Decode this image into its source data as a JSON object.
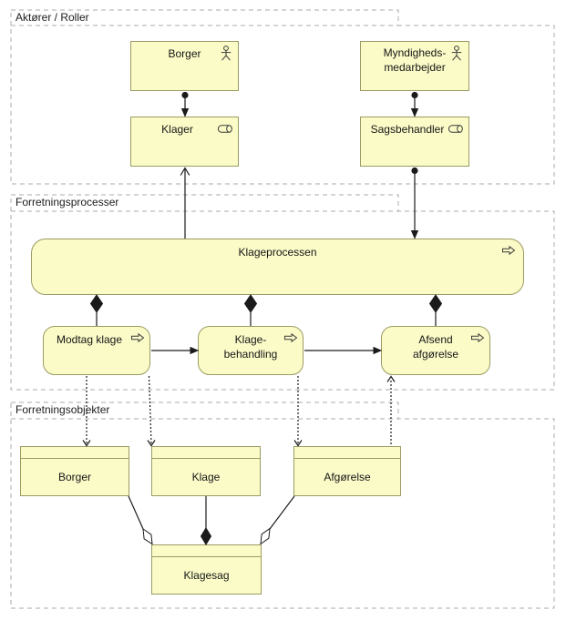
{
  "groups": {
    "actors": {
      "label": "Aktører / Roller"
    },
    "processes": {
      "label": "Forretningsprocesser"
    },
    "objects": {
      "label": "Forretningsobjekter"
    }
  },
  "elements": {
    "borger_actor": {
      "label": "Borger",
      "type": "business-actor"
    },
    "myndigheds_actor": {
      "label": "Myndigheds-medarbejder",
      "type": "business-actor"
    },
    "klager_role": {
      "label": "Klager",
      "type": "business-role"
    },
    "sagsbehandler_role": {
      "label": "Sagsbehandler",
      "type": "business-role"
    },
    "klageprocessen": {
      "label": "Klageprocessen",
      "type": "business-process"
    },
    "modtag_klage": {
      "label": "Modtag klage",
      "type": "business-process"
    },
    "klage_behandling": {
      "label": "Klage-behandling",
      "type": "business-process"
    },
    "afsend_afgoerelse": {
      "label": "Afsend afgørelse",
      "type": "business-process"
    },
    "borger_obj": {
      "label": "Borger",
      "type": "business-object"
    },
    "klage_obj": {
      "label": "Klage",
      "type": "business-object"
    },
    "afgoerelse_obj": {
      "label": "Afgørelse",
      "type": "business-object"
    },
    "klagesag_obj": {
      "label": "Klagesag",
      "type": "business-object"
    }
  },
  "relationships": [
    {
      "type": "assignment",
      "source": "Borger",
      "target": "Klager"
    },
    {
      "type": "assignment",
      "source": "Myndigheds-medarbejder",
      "target": "Sagsbehandler"
    },
    {
      "type": "serving",
      "source": "Klageprocessen",
      "target": "Klager"
    },
    {
      "type": "assignment",
      "source": "Sagsbehandler",
      "target": "Klageprocessen"
    },
    {
      "type": "composition",
      "source": "Klageprocessen",
      "target": "Modtag klage"
    },
    {
      "type": "composition",
      "source": "Klageprocessen",
      "target": "Klage-behandling"
    },
    {
      "type": "composition",
      "source": "Klageprocessen",
      "target": "Afsend afgørelse"
    },
    {
      "type": "triggering",
      "source": "Modtag klage",
      "target": "Klage-behandling"
    },
    {
      "type": "triggering",
      "source": "Klage-behandling",
      "target": "Afsend afgørelse"
    },
    {
      "type": "access",
      "source": "Modtag klage",
      "target": "Borger"
    },
    {
      "type": "access",
      "source": "Modtag klage",
      "target": "Klage"
    },
    {
      "type": "access",
      "source": "Klage-behandling",
      "target": "Afgørelse"
    },
    {
      "type": "access",
      "source": "Afgørelse",
      "target": "Afsend afgørelse"
    },
    {
      "type": "aggregation",
      "source": "Klagesag",
      "target": "Borger"
    },
    {
      "type": "composition",
      "source": "Klagesag",
      "target": "Klage"
    },
    {
      "type": "aggregation",
      "source": "Klagesag",
      "target": "Afgørelse"
    }
  ],
  "colors": {
    "canvas_bg": "#ffffff",
    "element_fill": "#fbfbc8",
    "element_border": "#9b9b63",
    "group_border": "#ababab",
    "line_color": "#1b1b1b",
    "icon_color": "#3a3a3a"
  }
}
